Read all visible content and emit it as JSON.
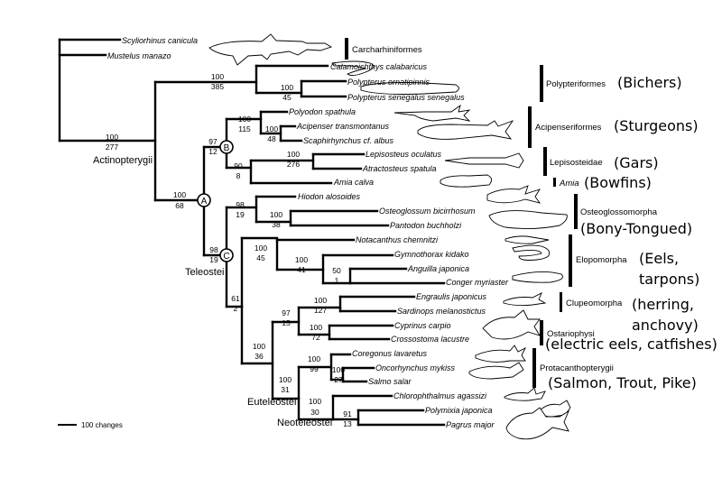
{
  "title": "Phylogeny of ray-finned fishes (Actinopterygii) with chondrichthyan outgroup",
  "taxa": [
    "Scyliorhinus canicula",
    "Mustelus manazo",
    "Calamoichthys calabaricus",
    "Polypterus ornatipinnis",
    "Polypterus senegalus senegalus",
    "Polyodon spathula",
    "Acipenser transmontanus",
    "Scaphirhynchus cf. albus",
    "Lepisosteus oculatus",
    "Atractosteus spatula",
    "Amia calva",
    "Hiodon alosoides",
    "Osteoglossum bicirrhosum",
    "Pantodon buchholzi",
    "Notacanthus chemnitzi",
    "Gymnothorax kidako",
    "Anguilla japonica",
    "Conger myriaster",
    "Engraulis japonicus",
    "Sardinops melanostictus",
    "Cyprinus carpio",
    "Crossostoma lacustre",
    "Coregonus lavaretus",
    "Oncorhynchus mykiss",
    "Salmo salar",
    "Chlorophthalmus agassizi",
    "Polymixia japonica",
    "Pagrus major"
  ],
  "nodes": [
    {
      "id": "actinopterygii",
      "bootstrap": "100",
      "changes": "277",
      "clade": "Actinopterygii"
    },
    {
      "id": "polypteriformes",
      "bootstrap": "100",
      "changes": "385"
    },
    {
      "id": "polypterus",
      "bootstrap": "100",
      "changes": "45"
    },
    {
      "id": "A",
      "bootstrap": "100",
      "changes": "68",
      "letter": "A"
    },
    {
      "id": "B",
      "bootstrap": "97",
      "changes": "12",
      "letter": "B"
    },
    {
      "id": "acipenseriformes",
      "bootstrap": "100",
      "changes": "115"
    },
    {
      "id": "acipenseridae",
      "bootstrap": "100",
      "changes": "48"
    },
    {
      "id": "holostei",
      "bootstrap": "90",
      "changes": "8"
    },
    {
      "id": "lepisosteidae",
      "bootstrap": "100",
      "changes": "276"
    },
    {
      "id": "C",
      "bootstrap": "98",
      "changes": "19",
      "letter": "C",
      "clade": "Teleostei"
    },
    {
      "id": "osteoglossomorpha",
      "bootstrap": "98",
      "changes": "19"
    },
    {
      "id": "osteoglossidae",
      "bootstrap": "100",
      "changes": "38"
    },
    {
      "id": "clupeocephala",
      "bootstrap": "61",
      "changes": "2"
    },
    {
      "id": "elopomorpha",
      "bootstrap": "100",
      "changes": "45"
    },
    {
      "id": "anguilliformes",
      "bootstrap": "100",
      "changes": "41"
    },
    {
      "id": "anguilla_conger",
      "bootstrap": "50",
      "changes": "1"
    },
    {
      "id": "otocephala_euteleostei",
      "bootstrap": "100",
      "changes": "36"
    },
    {
      "id": "otocephala",
      "bootstrap": "97",
      "changes": "15"
    },
    {
      "id": "clupeidae",
      "bootstrap": "100",
      "changes": "127"
    },
    {
      "id": "ostariophysi",
      "bootstrap": "100",
      "changes": "72"
    },
    {
      "id": "euteleostei",
      "bootstrap": "100",
      "changes": "31",
      "clade": "Euteleostei"
    },
    {
      "id": "salmoniformes",
      "bootstrap": "100",
      "changes": "99"
    },
    {
      "id": "salmoninae",
      "bootstrap": "100",
      "changes": "27"
    },
    {
      "id": "neoteleostei",
      "bootstrap": "100",
      "changes": "30",
      "clade": "Neoteleostei"
    },
    {
      "id": "acanthomorpha",
      "bootstrap": "91",
      "changes": "13"
    }
  ],
  "groups": [
    {
      "name": "Carcharhiniformes",
      "common": ""
    },
    {
      "name": "Polypteriformes",
      "common": "(Bichers)"
    },
    {
      "name": "Acipenseriformes",
      "common": "(Sturgeons)"
    },
    {
      "name": "Lepisosteidae",
      "common": "(Gars)"
    },
    {
      "name": "Amia",
      "common": "(Bowfins)"
    },
    {
      "name": "Osteoglossomorpha",
      "common": "(Bony-Tongued)"
    },
    {
      "name": "Elopomorpha",
      "common_lines": [
        "(Eels,",
        "tarpons)"
      ]
    },
    {
      "name": "Clupeomorpha",
      "common_lines": [
        "(herring,",
        "anchovy)"
      ]
    },
    {
      "name": "Ostariophysi",
      "common": "(electric eels, catfishes)"
    },
    {
      "name": "Protacanthopterygii",
      "common": "(Salmon, Trout, Pike)"
    }
  ],
  "scale_bar": {
    "label": "100 changes"
  }
}
